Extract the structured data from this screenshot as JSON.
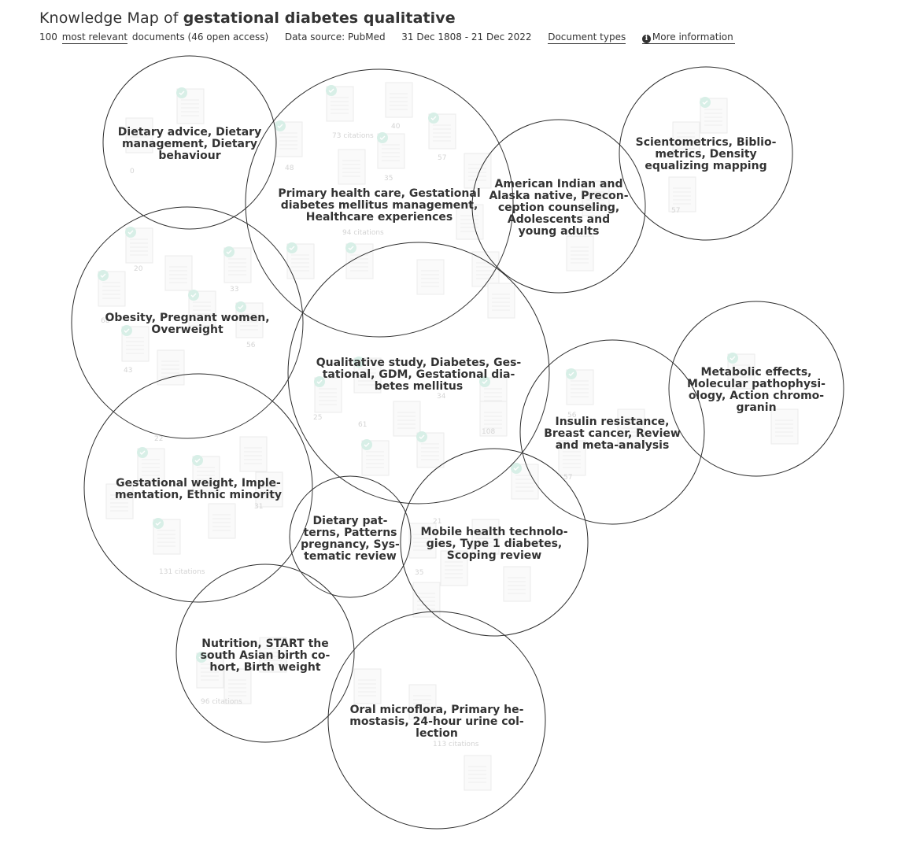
{
  "header": {
    "title_prefix": "Knowledge Map of ",
    "query": "gestational diabetes qualitative",
    "doc_count": "100",
    "most_relevant": "most relevant",
    "doc_suffix": "documents (46 open access)",
    "data_source": "Data source: PubMed",
    "date_range": "31 Dec 1808 - 21 Dec 2022",
    "document_types": "Document types",
    "more_information": "More information",
    "info_icon": "info-circle-icon"
  },
  "colors": {
    "circle_stroke": "#2b2b2b",
    "open_access": "#d6efe6",
    "text": "#333333"
  },
  "bubbles": [
    {
      "id": "dietary-advice",
      "lines": [
        "Dietary advice, Dietary",
        "management, Dietary",
        "behaviour"
      ]
    },
    {
      "id": "primary-health-care",
      "lines": [
        "Primary health care, Gestational",
        "diabetes mellitus management,",
        "Healthcare experiences"
      ]
    },
    {
      "id": "american-indian",
      "lines": [
        "American Indian and",
        "Alaska native, Precon-",
        "ception counseling,",
        "Adolescents and",
        "young adults"
      ]
    },
    {
      "id": "scientometrics",
      "lines": [
        "Scientometrics, Biblio-",
        "metrics, Density",
        "equalizing mapping"
      ]
    },
    {
      "id": "obesity",
      "lines": [
        "Obesity, Pregnant women,",
        "Overweight"
      ]
    },
    {
      "id": "qualitative-study",
      "lines": [
        "Qualitative study, Diabetes, Ges-",
        "tational, GDM, Gestational dia-",
        "betes mellitus"
      ]
    },
    {
      "id": "metabolic-effects",
      "lines": [
        "Metabolic effects,",
        "Molecular pathophysi-",
        "ology, Action chromo-",
        "granin"
      ]
    },
    {
      "id": "insulin-resistance",
      "lines": [
        "Insulin resistance,",
        "Breast cancer, Review",
        "and meta-analysis"
      ]
    },
    {
      "id": "gestational-weight",
      "lines": [
        "Gestational weight, Imple-",
        "mentation, Ethnic minority"
      ]
    },
    {
      "id": "dietary-patterns",
      "lines": [
        "Dietary pat-",
        "terns, Patterns",
        "pregnancy, Sys-",
        "tematic review"
      ]
    },
    {
      "id": "mobile-health",
      "lines": [
        "Mobile health technolo-",
        "gies, Type 1 diabetes,",
        "Scoping review"
      ]
    },
    {
      "id": "nutrition",
      "lines": [
        "Nutrition, START the",
        "south Asian birth co-",
        "hort, Birth weight"
      ]
    },
    {
      "id": "oral-microflora",
      "lines": [
        "Oral microflora, Primary he-",
        "mostasis, 24-hour urine col-",
        "lection"
      ]
    }
  ],
  "faded_citations": [
    "73 citations",
    "94 citations",
    "131 citations",
    "96 citations",
    "113 citations",
    "40",
    "57",
    "48",
    "35",
    "20",
    "33",
    "68",
    "56",
    "43",
    "22",
    "25",
    "61",
    "108",
    "56",
    "57",
    "31",
    "35",
    "21",
    "57",
    "34",
    "0"
  ]
}
